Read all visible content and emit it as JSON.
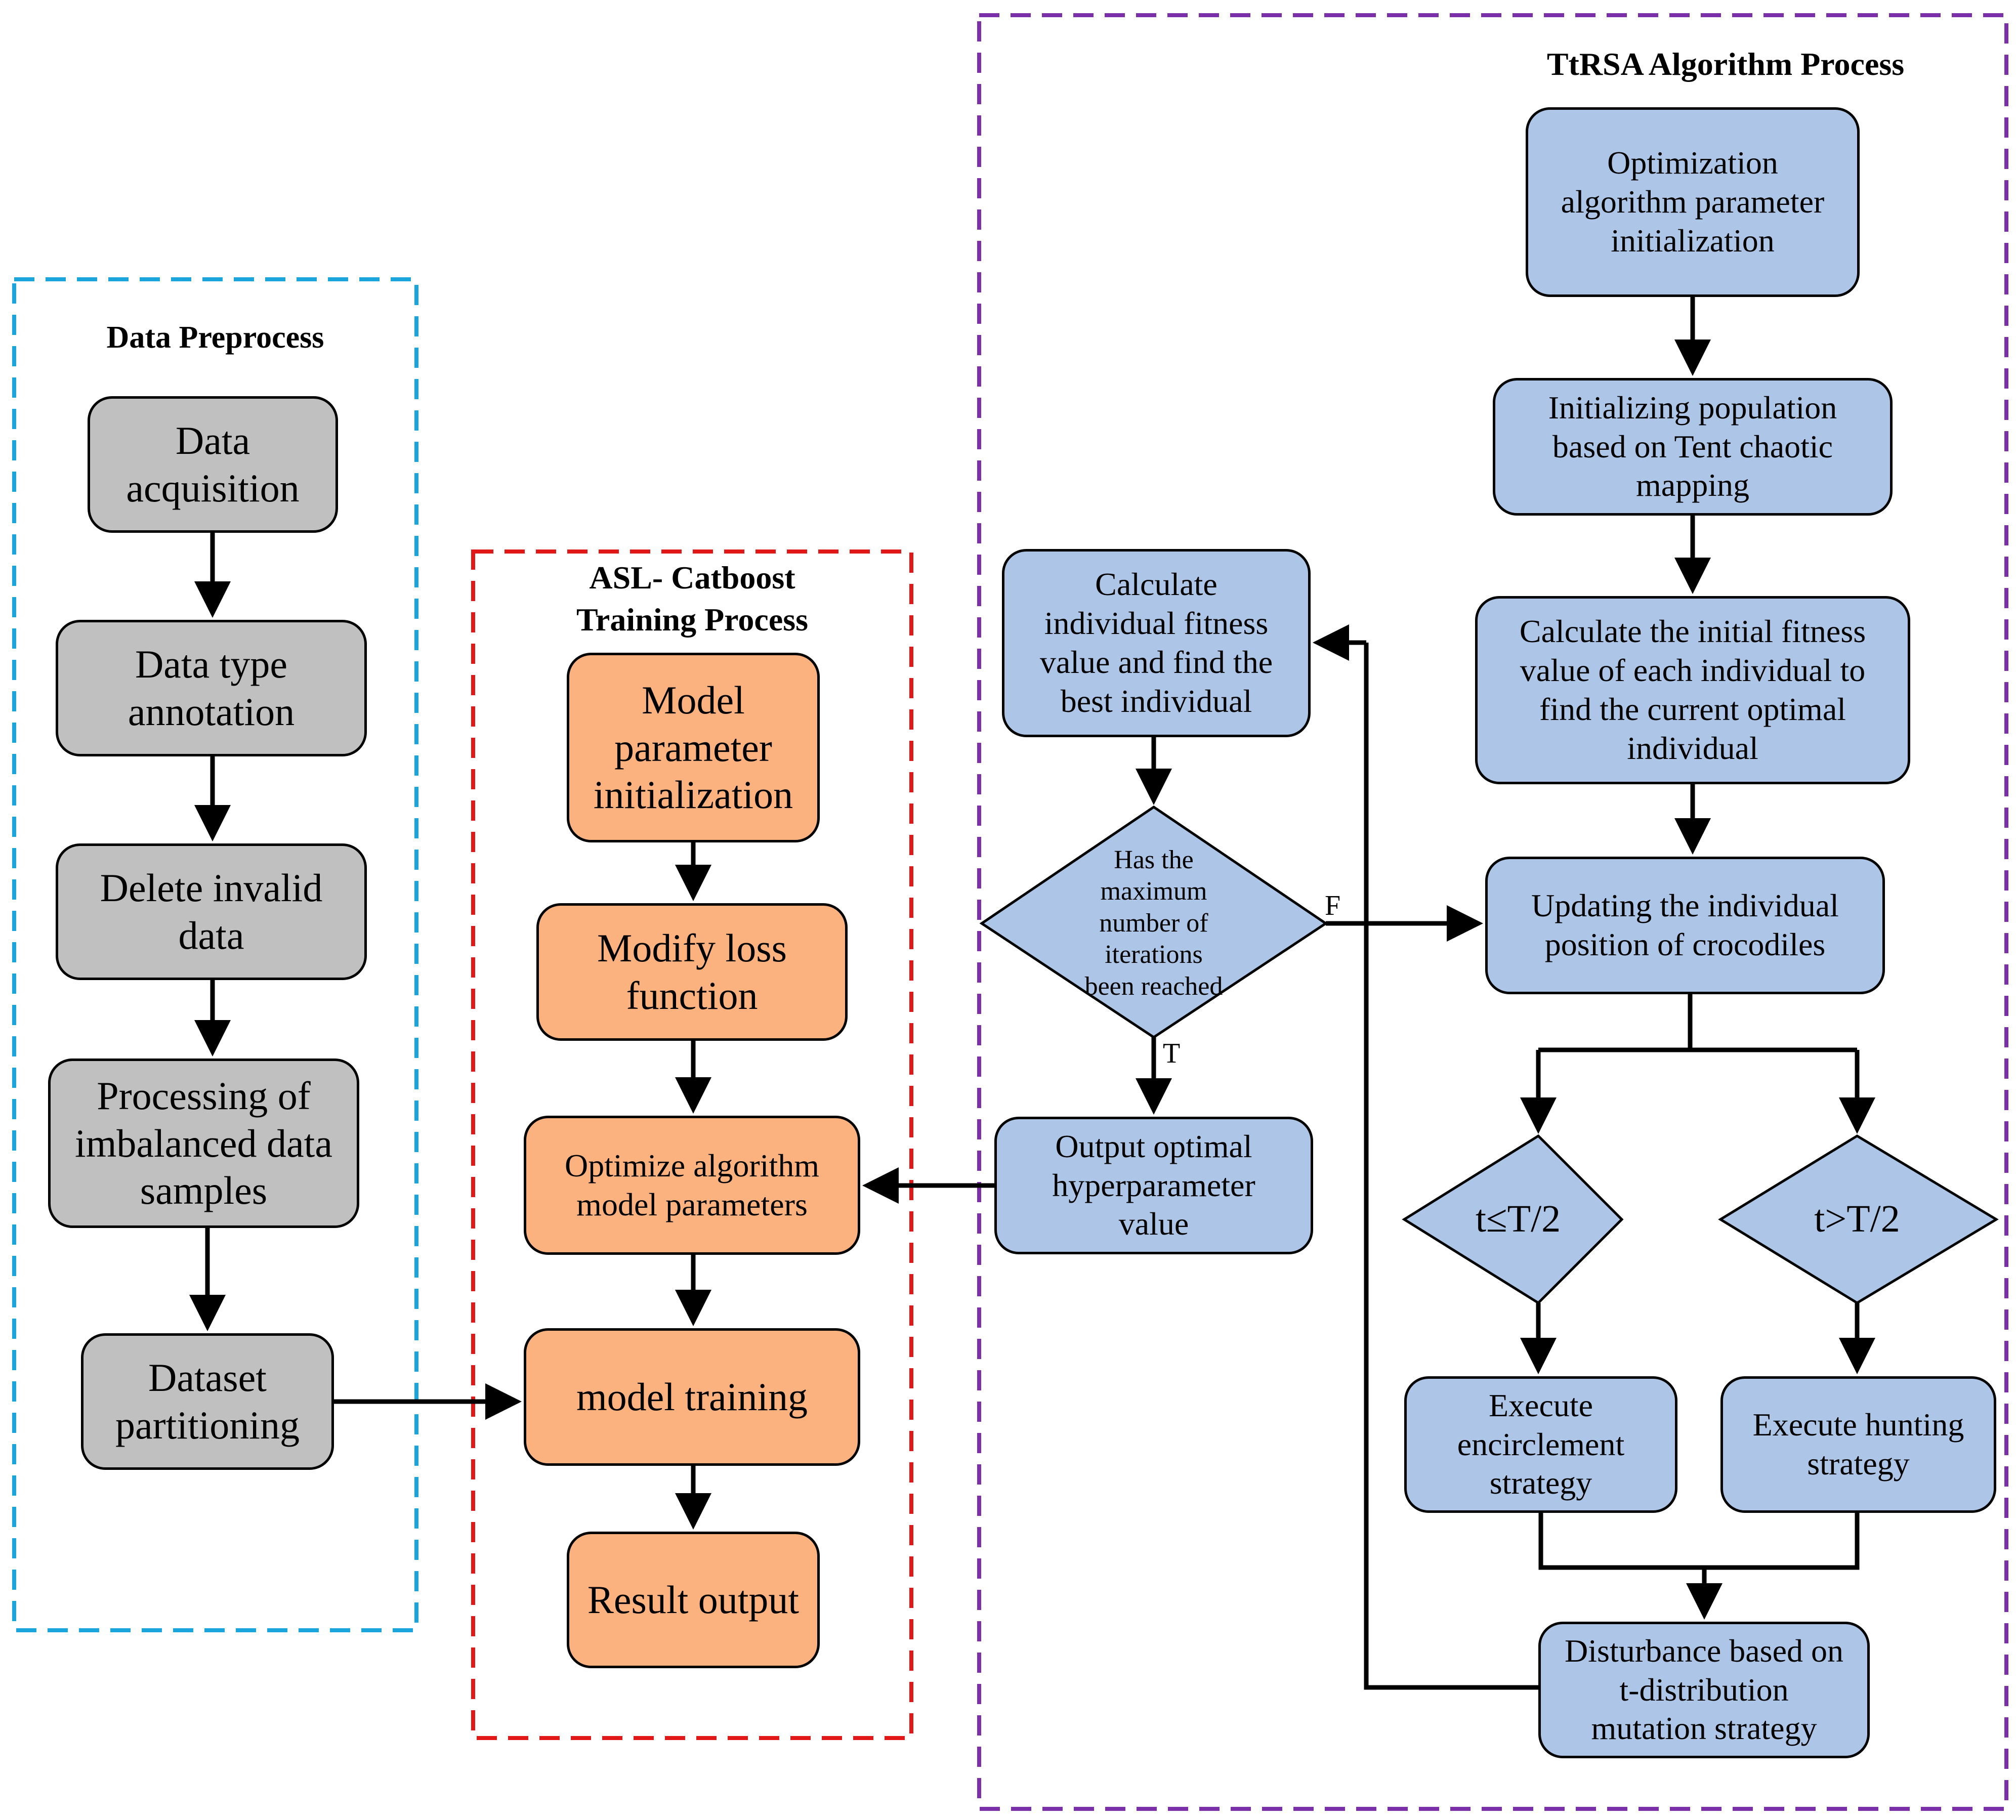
{
  "regions": {
    "preprocess": {
      "title": "Data Preprocess",
      "color": "#1aa6dd"
    },
    "training": {
      "title_line1": "ASL- Catboost",
      "title_line2": "Training Process",
      "color": "#e01818"
    },
    "ttrsa": {
      "title": "TtRSA Algorithm Process",
      "color": "#7b2fa8"
    }
  },
  "preprocess_steps": [
    [
      "Data",
      "acquisition"
    ],
    [
      "Data type",
      "annotation"
    ],
    [
      "Delete invalid",
      "data"
    ],
    [
      "Processing of",
      "imbalanced data",
      "samples"
    ],
    [
      "Dataset",
      "partitioning"
    ]
  ],
  "training_steps": [
    [
      "Model",
      "parameter",
      "initialization"
    ],
    [
      "Modify loss",
      "function"
    ],
    [
      "Optimize algorithm",
      "model parameters"
    ],
    [
      "model training"
    ],
    [
      "Result output"
    ]
  ],
  "ttrsa_steps": {
    "init_params": [
      "Optimization",
      "algorithm parameter",
      "initialization"
    ],
    "init_population": [
      "Initializing population",
      "based on Tent chaotic",
      "mapping"
    ],
    "initial_fitness": [
      "Calculate the initial fitness",
      "value of each individual to",
      "find the current optimal",
      "individual"
    ],
    "update_position": [
      "Updating the individual",
      "position of crocodiles"
    ],
    "cond_left": "t≤T/2",
    "cond_right": "t>T/2",
    "encirclement": [
      "Execute",
      "encirclement",
      "strategy"
    ],
    "hunting": [
      "Execute hunting",
      "strategy"
    ],
    "disturbance": [
      "Disturbance based on",
      "t-distribution",
      "mutation strategy"
    ],
    "calc_fitness": [
      "Calculate",
      "individual fitness",
      "value and find the",
      "best individual"
    ],
    "max_iter": [
      "Has the",
      "maximum",
      "number of",
      "iterations",
      "been reached"
    ],
    "output_optimal": [
      "Output optimal",
      "hyperparameter",
      "value"
    ],
    "flag_false": "F",
    "flag_true": "T"
  },
  "colors": {
    "gray_box": "#c0c0c0",
    "orange_box": "#fbb27f",
    "blue_box": "#adc6e8"
  }
}
